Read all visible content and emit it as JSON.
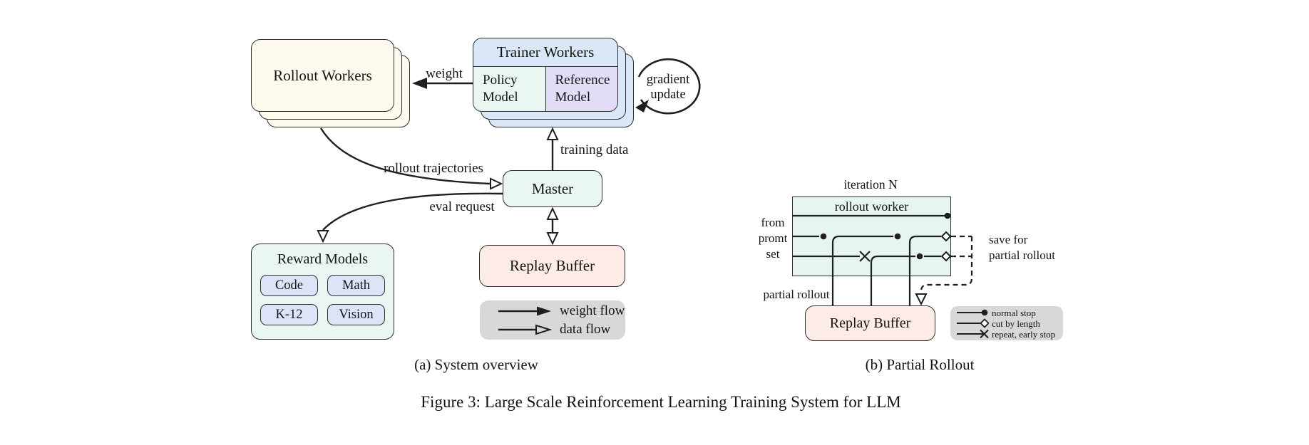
{
  "figure": {
    "caption": "Figure 3: Large Scale Reinforcement Learning Training System for LLM",
    "caption_a": "(a) System overview",
    "caption_b": "(b) Partial Rollout"
  },
  "a": {
    "rollout_workers": "Rollout Workers",
    "trainer_workers": "Trainer Workers",
    "policy_model": "Policy Model",
    "reference_model": "Reference Model",
    "gradient_update_line1": "gradient",
    "gradient_update_line2": "update",
    "labels": {
      "weight": "weight",
      "training_data": "training data",
      "rollout_trajectories": "rollout trajectories",
      "eval_request": "eval request"
    },
    "master": "Master",
    "replay_buffer": "Replay Buffer",
    "reward_models": {
      "title": "Reward Models",
      "chips": [
        "Code",
        "Math",
        "K-12",
        "Vision"
      ]
    },
    "legend": {
      "weight_flow": "weight flow",
      "data_flow": "data flow"
    }
  },
  "b": {
    "iteration": "iteration N",
    "rollout_worker": "rollout worker",
    "prompt_set_lines": [
      "from",
      "promt",
      "set"
    ],
    "save_lines": [
      "save for",
      "partial rollout"
    ],
    "partial_rollout": "partial rollout",
    "replay_buffer": "Replay Buffer",
    "legend": [
      {
        "marker": "normal-stop-circle",
        "label": "normal stop"
      },
      {
        "marker": "cut-by-length-diamond",
        "label": "cut by length"
      },
      {
        "marker": "repeat-early-stop-cross",
        "label": "repeat, early stop"
      }
    ]
  },
  "colors": {
    "rollout_cream": "#fdf9ec",
    "trainer_blue": "#d9e7f6",
    "mint_green": "#e9f6f1",
    "reference_lavender": "#e3dcf6",
    "chip_periwinkle": "#dee4f8",
    "replay_pink": "#fcebe7",
    "legend_gray": "#d8d8d8",
    "line_ink": "#1f1f1f"
  }
}
